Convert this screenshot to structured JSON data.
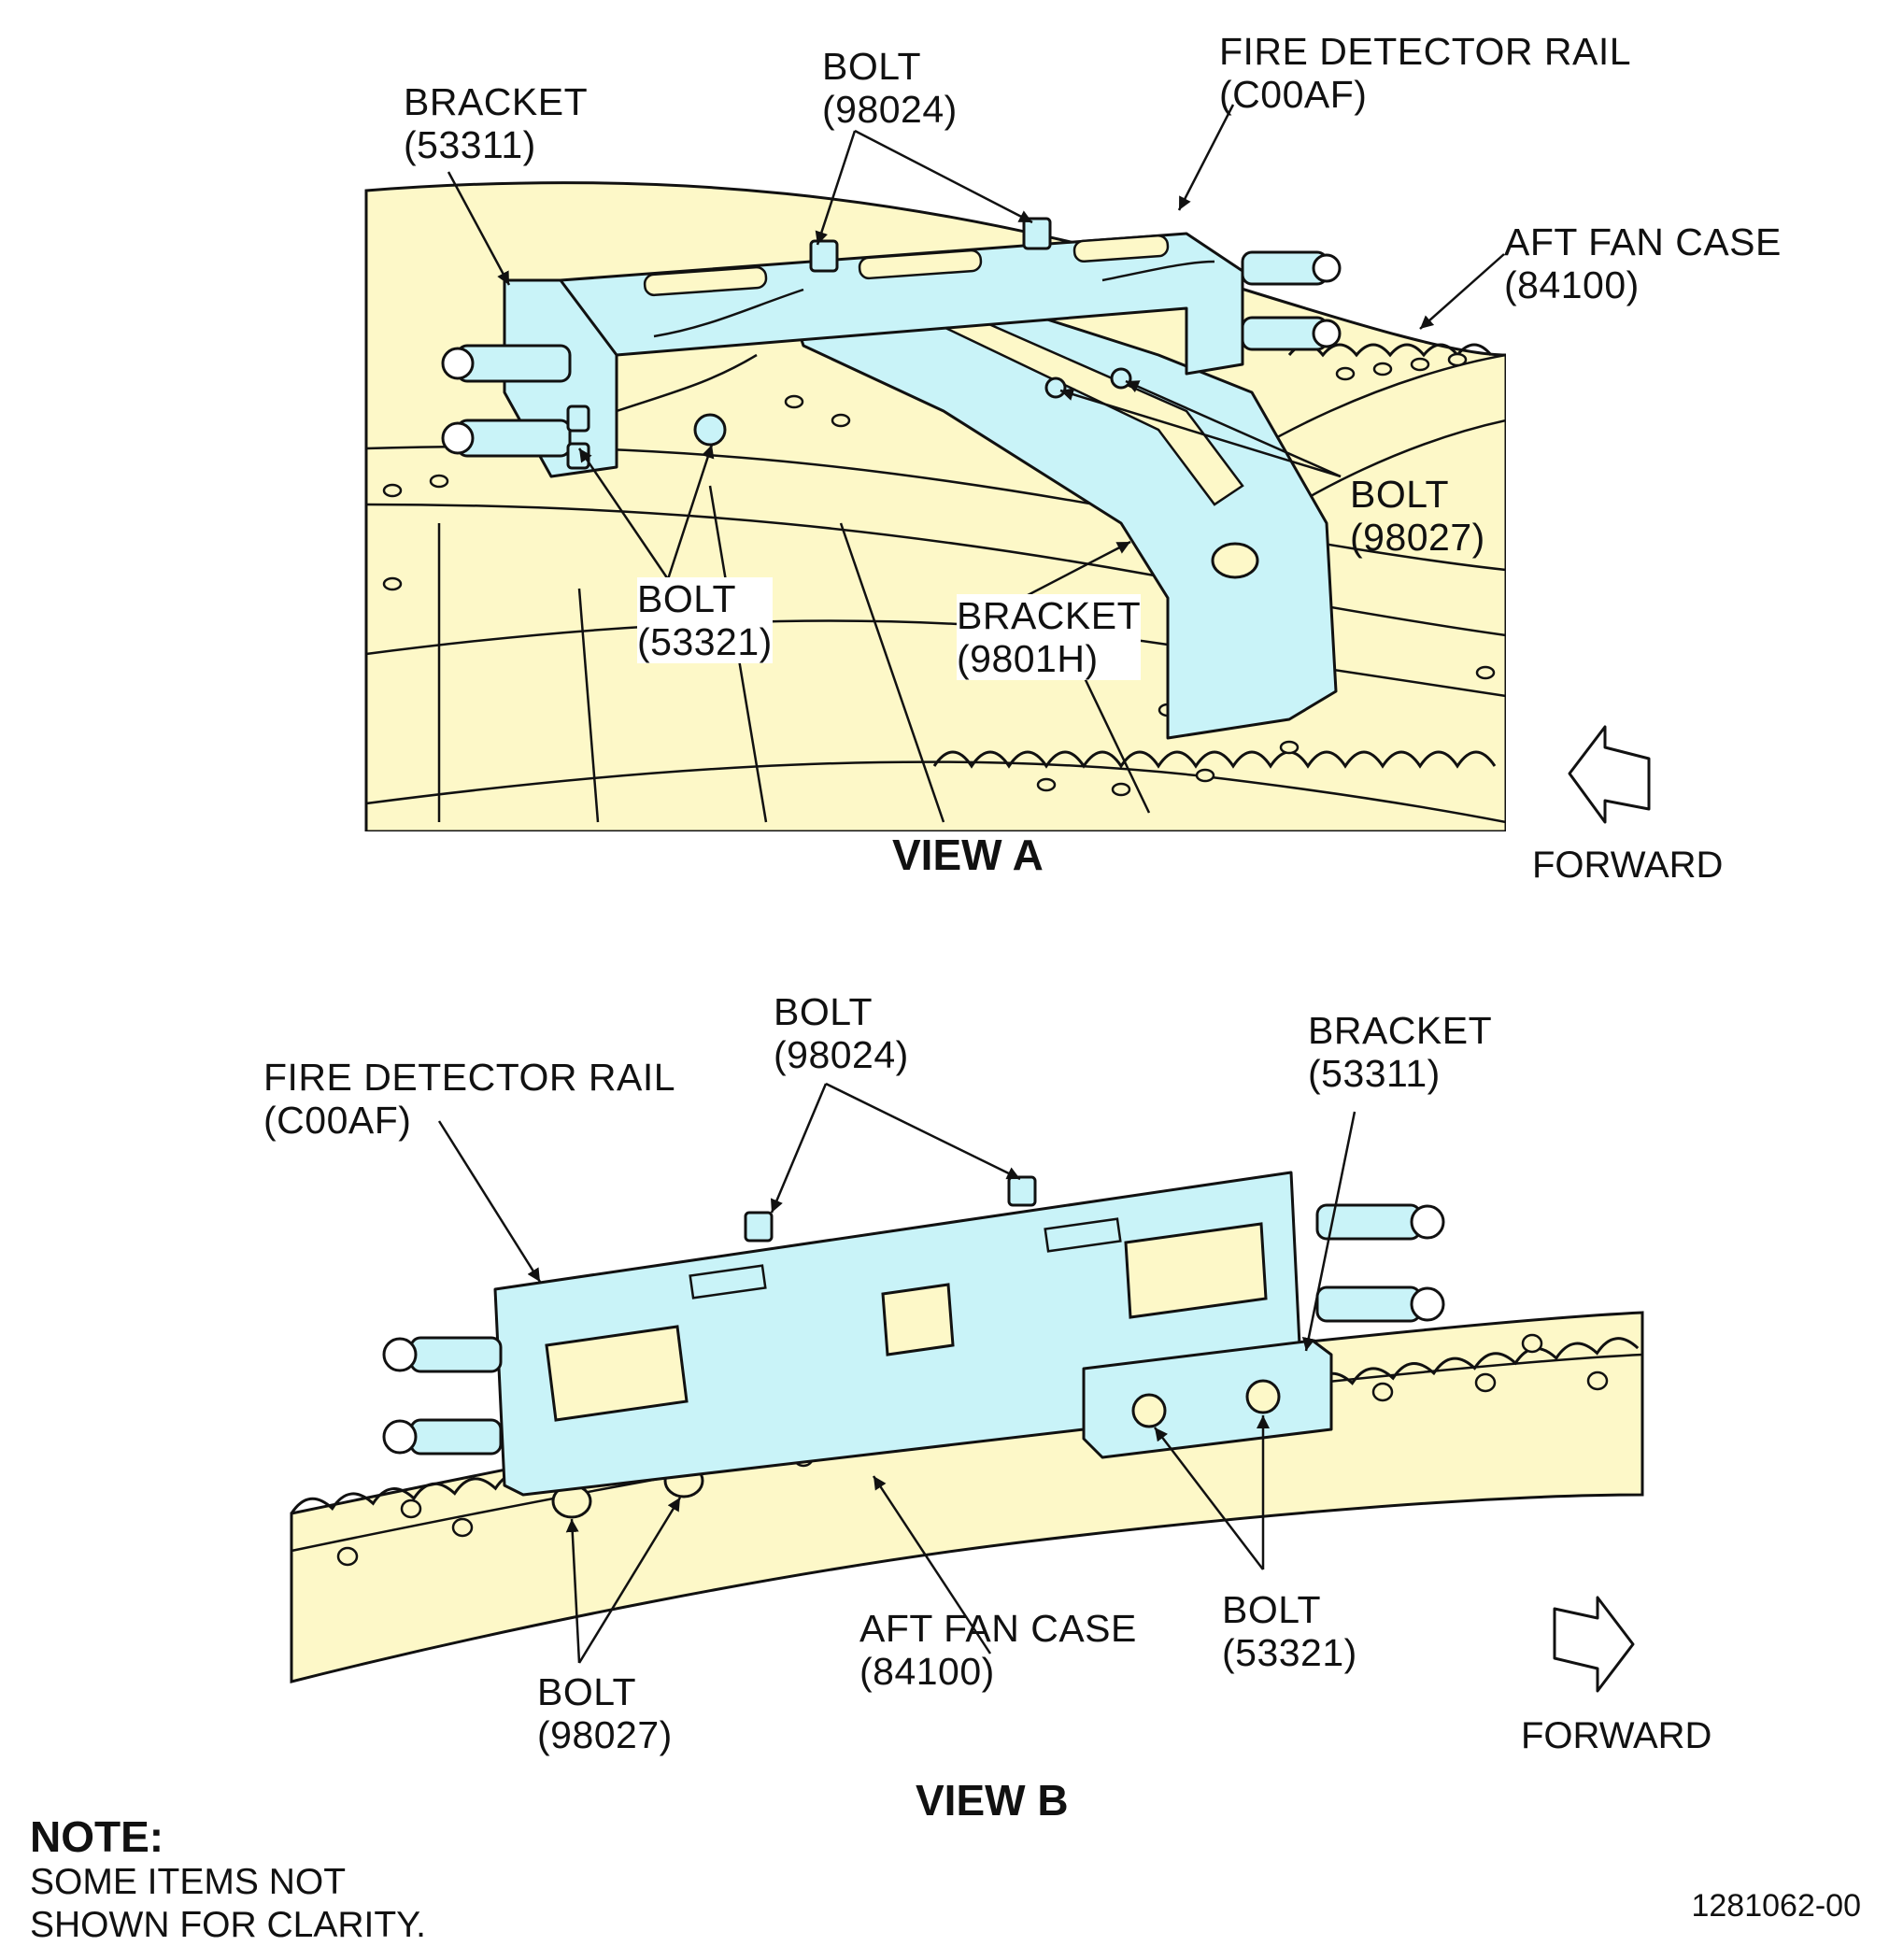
{
  "colors": {
    "fan_case": "#fdf8c8",
    "bracket": "#c9f3f8",
    "line": "#111111"
  },
  "view_a": {
    "title": "VIEW A",
    "forward_label": "FORWARD",
    "labels": {
      "bracket_53311": [
        "BRACKET",
        "(53311)"
      ],
      "bolt_98024": [
        "BOLT",
        "(98024)"
      ],
      "fire_detector_rail": [
        "FIRE DETECTOR RAIL",
        "(C00AF)"
      ],
      "aft_fan_case": [
        "AFT FAN CASE",
        "(84100)"
      ],
      "bolt_98027": [
        "BOLT",
        "(98027)"
      ],
      "bolt_53321": [
        "BOLT",
        "(53321)"
      ],
      "bracket_9801h": [
        "BRACKET",
        "(9801H)"
      ]
    }
  },
  "view_b": {
    "title": "VIEW B",
    "forward_label": "FORWARD",
    "labels": {
      "bolt_98024": [
        "BOLT",
        "(98024)"
      ],
      "bracket_53311": [
        "BRACKET",
        "(53311)"
      ],
      "fire_detector_rail": [
        "FIRE DETECTOR RAIL",
        "(C00AF)"
      ],
      "aft_fan_case": [
        "AFT FAN CASE",
        "(84100)"
      ],
      "bolt_98027": [
        "BOLT",
        "(98027)"
      ],
      "bolt_53321": [
        "BOLT",
        "(53321)"
      ]
    }
  },
  "note": {
    "heading": "NOTE:",
    "lines": [
      "SOME ITEMS NOT",
      "SHOWN FOR CLARITY."
    ]
  },
  "figure_number": "1281062-00"
}
